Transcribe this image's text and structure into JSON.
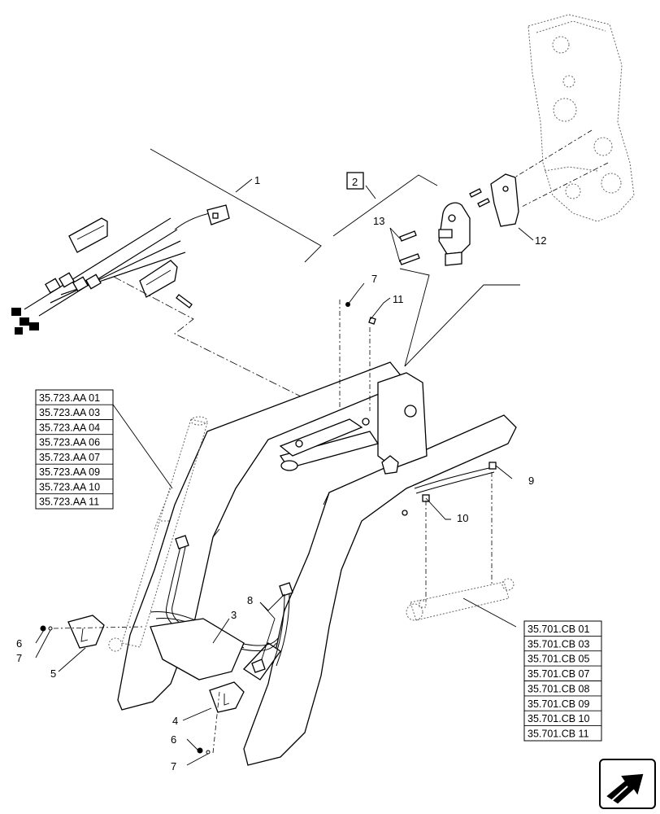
{
  "callouts": {
    "c1": "1",
    "c2": "2",
    "c3": "3",
    "c4": "4",
    "c5": "5",
    "c6a": "6",
    "c6b": "6",
    "c7a": "7",
    "c7b": "7",
    "c7c": "7",
    "c8": "8",
    "c9": "9",
    "c10": "10",
    "c11": "11",
    "c12": "12",
    "c13": "13"
  },
  "refs_left": [
    "35.723.AA 01",
    "35.723.AA 03",
    "35.723.AA 04",
    "35.723.AA 06",
    "35.723.AA 07",
    "35.723.AA 09",
    "35.723.AA 10",
    "35.723.AA 11"
  ],
  "refs_right": [
    "35.701.CB 01",
    "35.701.CB 03",
    "35.701.CB 05",
    "35.701.CB 07",
    "35.701.CB 08",
    "35.701.CB 09",
    "35.701.CB 10",
    "35.701.CB 11"
  ],
  "icons": {
    "nav": "next-page-arrow-icon"
  }
}
